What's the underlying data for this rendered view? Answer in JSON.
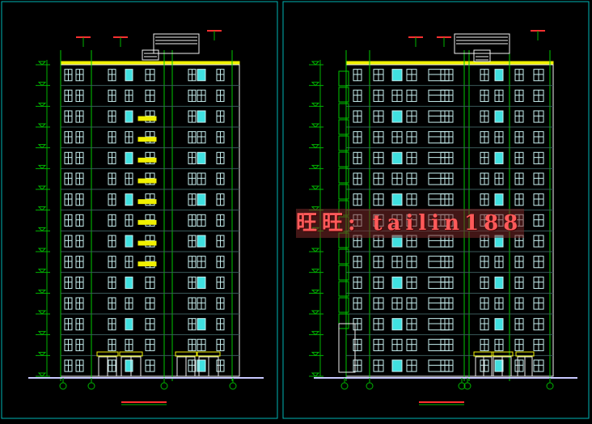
{
  "watermark": "旺旺: tailin188",
  "colors": {
    "frame": "#00b4b4",
    "outline": "#f0f0f0",
    "window": "#c8f0f0",
    "glass": "#40e0e0",
    "balcony": "#f0f000",
    "green": "#00c800",
    "dim": "#00b400",
    "red": "#ff3030",
    "ground": "#c8c8ff"
  },
  "icons": [
    "cad-elevation-drawing",
    "axis-bubble",
    "level-marker"
  ],
  "elevations": [
    {
      "floors": 15
    },
    {
      "floors": 15
    }
  ]
}
